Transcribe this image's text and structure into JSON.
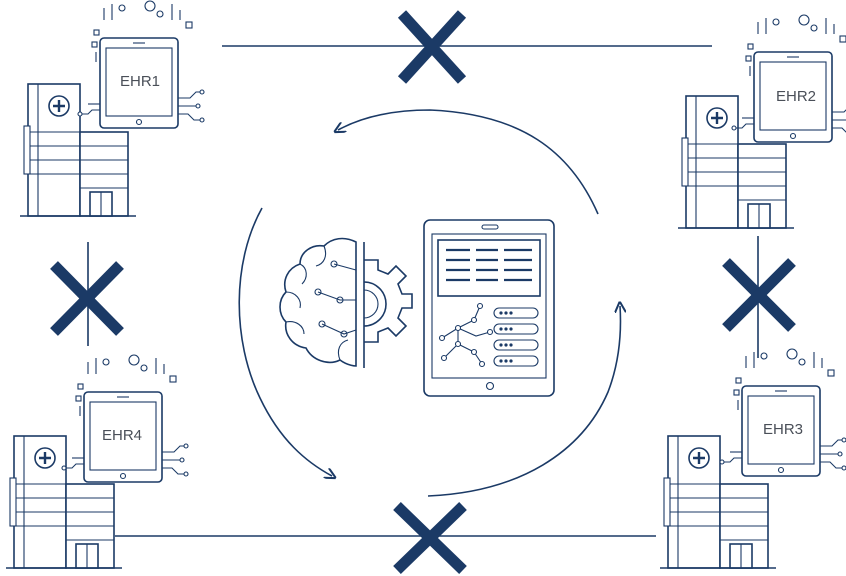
{
  "colors": {
    "primary": "#1b3a66",
    "text": "#4a4f58",
    "background": "#ffffff"
  },
  "nodes": [
    {
      "id": "ehr1",
      "label": "EHR1"
    },
    {
      "id": "ehr2",
      "label": "EHR2"
    },
    {
      "id": "ehr3",
      "label": "EHR3"
    },
    {
      "id": "ehr4",
      "label": "EHR4"
    }
  ],
  "links": [
    {
      "from": "ehr1",
      "to": "ehr2",
      "status": "blocked"
    },
    {
      "from": "ehr2",
      "to": "ehr3",
      "status": "blocked"
    },
    {
      "from": "ehr3",
      "to": "ehr4",
      "status": "blocked"
    },
    {
      "from": "ehr4",
      "to": "ehr1",
      "status": "blocked"
    }
  ],
  "center": {
    "icons": [
      "brain-gear-icon",
      "tablet-dashboard-icon"
    ],
    "cycle": "circular-arrows"
  }
}
